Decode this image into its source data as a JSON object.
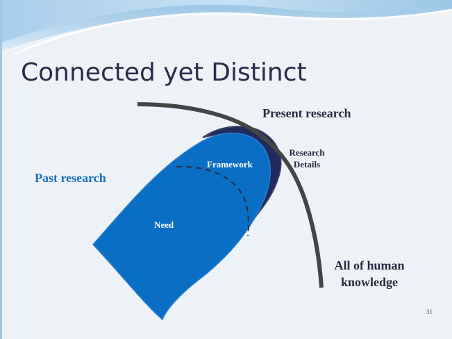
{
  "slide": {
    "title": "Connected yet Distinct",
    "page_number": "31"
  },
  "diagram": {
    "present_label": "Present research",
    "past_label": "Past research",
    "details_label": "Research Details",
    "framework_label": "Framework",
    "need_label": "Need",
    "human_knowledge_label": "All of human knowledge"
  },
  "colors": {
    "background": "#eef3f8",
    "title_text": "#2d2a4a",
    "past_research_blue": "#0b6ec5",
    "present_research_navy": "#1f2a5e",
    "human_knowledge_arc": "#454545",
    "header_band": "#b9d7ee"
  }
}
